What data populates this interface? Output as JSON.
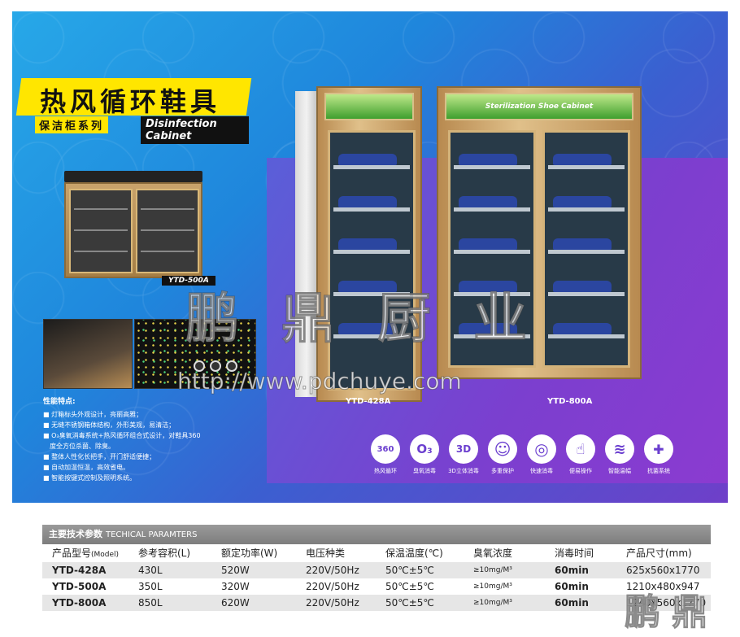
{
  "banner": {
    "title_cn": "热风循环鞋具",
    "subtitle_cn": "保洁柜系列",
    "title_en": "Disinfection Cabinet",
    "header_text": "Sterilization Shoe Cabinet"
  },
  "models": {
    "small": "YTD-500A",
    "single": "YTD-428A",
    "double": "YTD-800A"
  },
  "features": {
    "title": "性能特点:",
    "items": [
      "■ 灯箱标头外观设计，亮丽高雅；",
      "■ 无缝不锈钢箱体结构，外形美观，易清洁；",
      "■ O₃臭氧消毒系统+热风循环组合式设计，对鞋具360",
      "　度全方位杀菌、除臭。",
      "■ 整体人性化长把手，开门舒适便捷；",
      "■ 自动加温恒温，高效省电。",
      "■ 智能按键式控制及照明系统。"
    ]
  },
  "icons": [
    {
      "name": "hot-air-icon",
      "symbol": "360",
      "label": "热风循环"
    },
    {
      "name": "ozone-icon",
      "symbol": "O₃",
      "label": "臭氧消毒"
    },
    {
      "name": "3d-icon",
      "symbol": "3D",
      "label": "3D立体消毒"
    },
    {
      "name": "protection-icon",
      "symbol": "☺",
      "label": "多重保护"
    },
    {
      "name": "fast-icon",
      "symbol": "◎",
      "label": "快速消毒"
    },
    {
      "name": "easy-operation-icon",
      "symbol": "☝",
      "label": "便易操作"
    },
    {
      "name": "temperature-icon",
      "symbol": "≋",
      "label": "智能温幅"
    },
    {
      "name": "antibacterial-icon",
      "symbol": "✚",
      "label": "抗菌系统"
    }
  ],
  "watermark": {
    "cn": "鹏鼎厨业",
    "url": "http://www.pdchuye.com",
    "corner": "鹏鼎"
  },
  "spec": {
    "title_cn": "主要技术参数",
    "title_en": "TECHICAL PARAMTERS",
    "headers": [
      {
        "main": "产品型号",
        "sub": "(Model)"
      },
      {
        "main": "参考容积(L)",
        "sub": ""
      },
      {
        "main": "额定功率(W)",
        "sub": ""
      },
      {
        "main": "电压种类",
        "sub": ""
      },
      {
        "main": "保温温度(℃)",
        "sub": ""
      },
      {
        "main": "臭氧浓度",
        "sub": ""
      },
      {
        "main": "消毒时间",
        "sub": ""
      },
      {
        "main": "产品尺寸(mm)",
        "sub": ""
      }
    ],
    "rows": [
      [
        "YTD-428A",
        "430L",
        "520W",
        "220V/50Hz",
        "50℃±5℃",
        "≥10mg/M³",
        "60min",
        "625x560x1770"
      ],
      [
        "YTD-500A",
        "350L",
        "320W",
        "220V/50Hz",
        "50℃±5℃",
        "≥10mg/M³",
        "60min",
        "1210x480x947"
      ],
      [
        "YTD-800A",
        "850L",
        "620W",
        "220V/50Hz",
        "50℃±5℃",
        "≥10mg/M³",
        "60min",
        "1240x560x1770"
      ]
    ]
  },
  "colors": {
    "accent_yellow": "#ffe600",
    "hero_blue": "#1f86dc",
    "hero_purple": "#6f3fc9",
    "table_head": "#8a8a8a"
  }
}
